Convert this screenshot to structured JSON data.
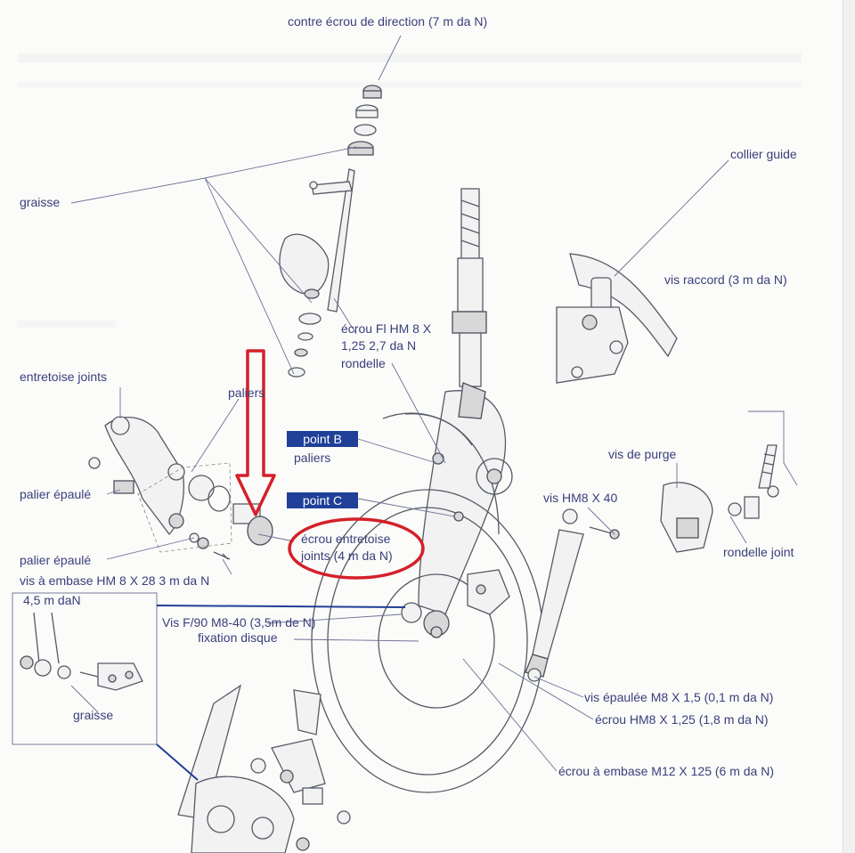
{
  "labels": {
    "contre_ecrou": "contre écrou de direction  (7 m da N)",
    "collier_guide": "collier guide",
    "graisse_top": "graisse",
    "vis_raccord": "vis raccord (3 m da N)",
    "ecrou_fl_1": "écrou Fl HM 8 X",
    "ecrou_fl_2": "1,25  2,7 da N",
    "rondelle": "rondelle",
    "entretoise_joints": "entretoise joints",
    "paliers_top": "paliers",
    "point_b": "point B",
    "paliers": "paliers",
    "palier_epaule_1": "palier épaulé",
    "point_c": "point C",
    "vis_de_purge": "vis de purge",
    "vis_hm8_40": "vis HM8  X 40",
    "ecrou_entretoise_1": "écrou  entretoise",
    "ecrou_entretoise_2": "joints (4 m da N)",
    "rondelle_joint": "rondelle joint",
    "palier_epaule_2": "palier épaulé",
    "vis_embase": "vis à embase HM  8   X  28   3 m da N",
    "torque_45": "4,5 m daN",
    "vis_f90": "Vis F/90 M8-40  (3,5m de N)",
    "fixation_disque": "fixation disque",
    "vis_epaulee": "vis épaulée M8 X 1,5  (0,1 m da N)",
    "ecrou_hm8": "écrou HM8   X  1,25  (1,8 m da N)",
    "graisse_bottom": "graisse",
    "ecrou_embase": "écrou à embase M12 X 125 (6 m da N)"
  },
  "colors": {
    "label_text": "#3a3f7a",
    "badge_fill": "#1f3f98",
    "annotation_red": "#d4202a",
    "callout_blue": "#1f3f98",
    "line_art": "#555a66"
  },
  "icons": {
    "arrow": "red-down-arrow-icon",
    "ellipse": "red-highlight-ellipse"
  }
}
